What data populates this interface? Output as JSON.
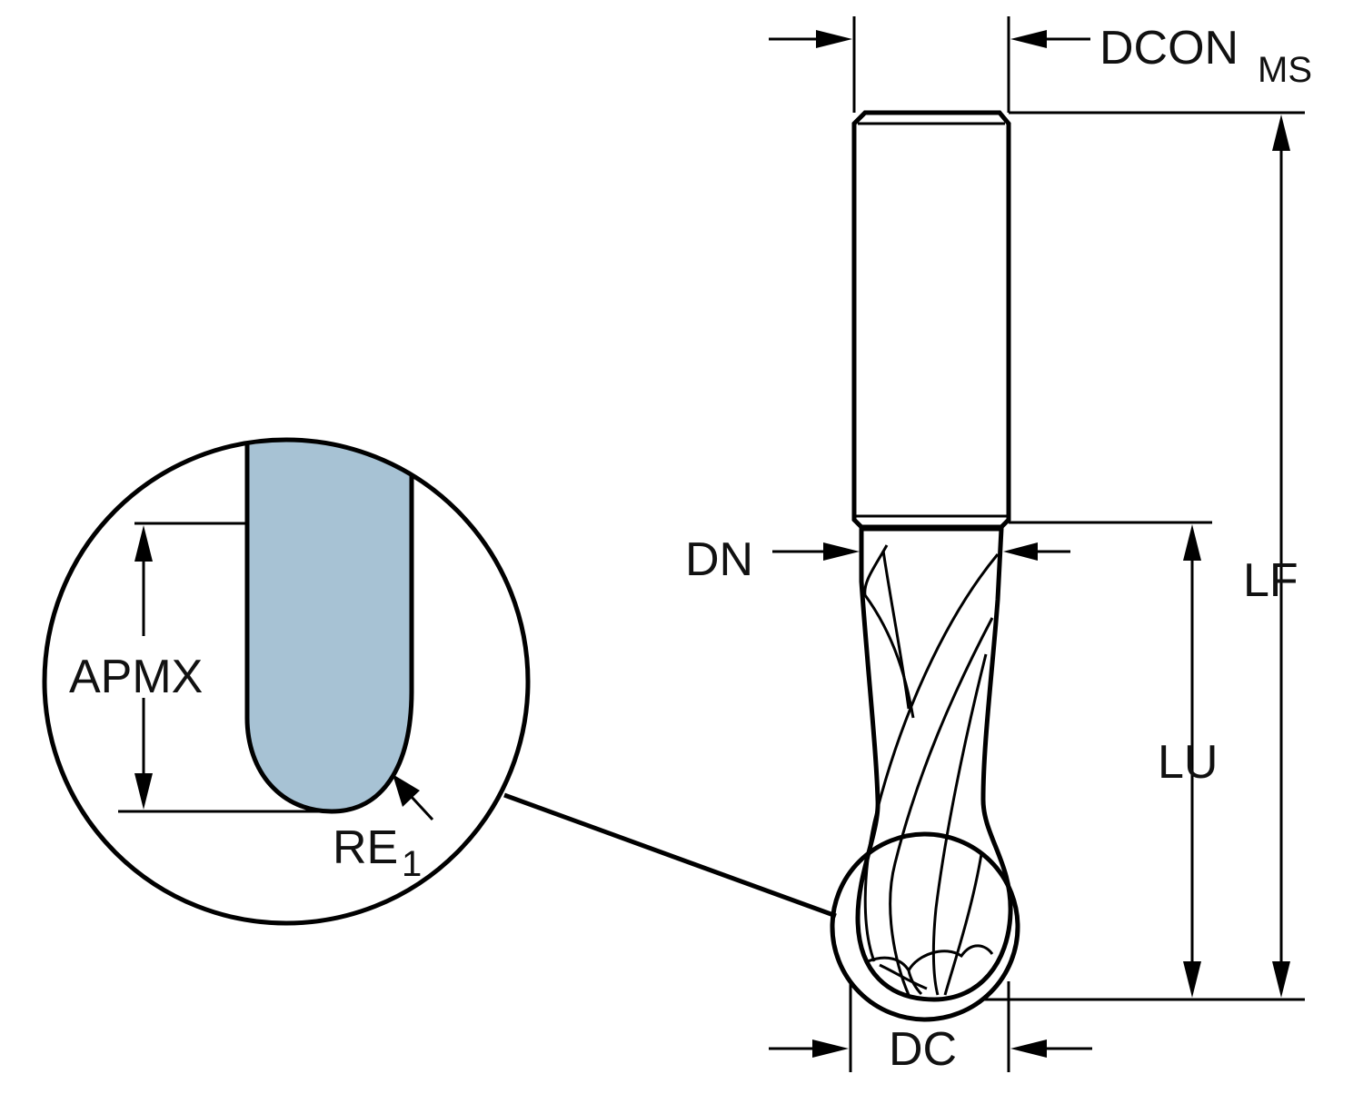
{
  "labels": {
    "dcon": "DCON",
    "dcon_sub": "MS",
    "dn": "DN",
    "lf": "LF",
    "lu": "LU",
    "dc": "DC",
    "apmx": "APMX",
    "re": "RE",
    "re_sub": "1"
  },
  "colors": {
    "tool_fill": "#cbdde8",
    "detail_fill": "#a7c2d4",
    "stroke": "#000000"
  }
}
